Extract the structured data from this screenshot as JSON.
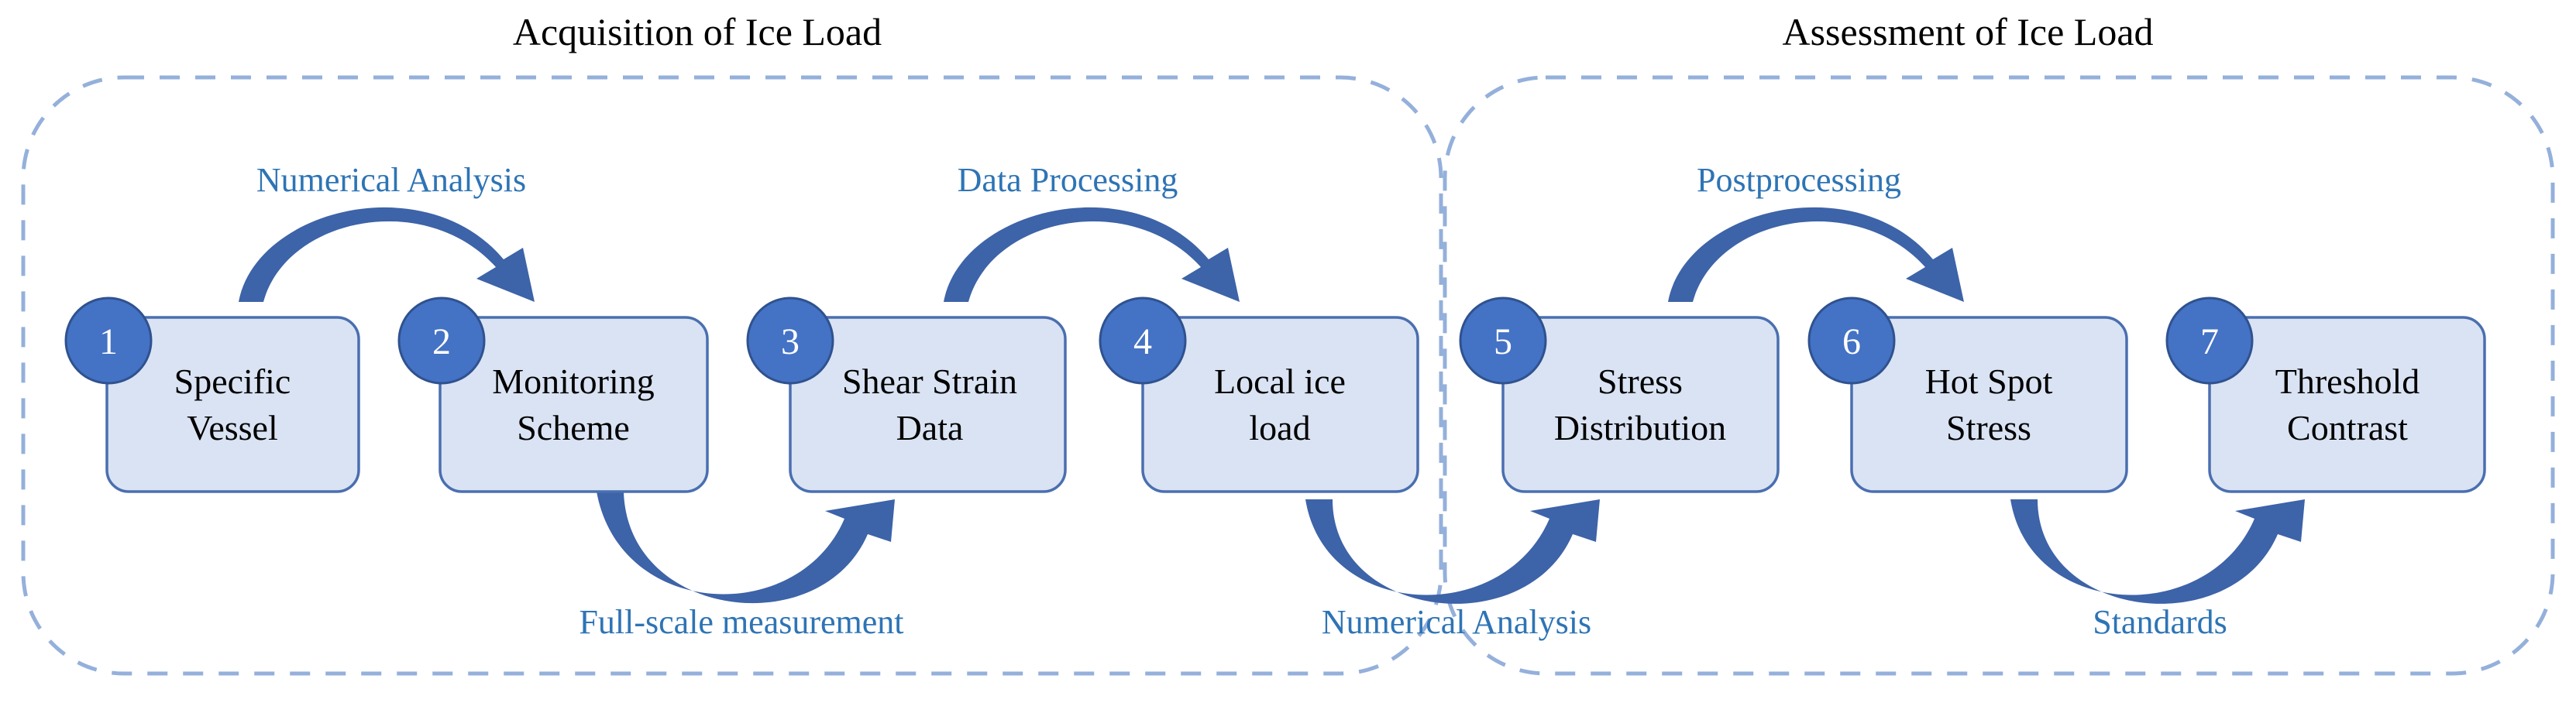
{
  "colors": {
    "box_fill": "#dae3f3",
    "box_stroke": "#4a6fb0",
    "badge_fill": "#4472c4",
    "badge_stroke": "#2f528f",
    "arrow_fill": "#3d63a8",
    "label_color": "#2e74b5",
    "group_border": "#94b0db"
  },
  "groups": [
    {
      "title": "Acquisition of Ice Load"
    },
    {
      "title": "Assessment of Ice Load"
    }
  ],
  "steps": [
    {
      "number": "1",
      "line1": "Specific",
      "line2": "Vessel"
    },
    {
      "number": "2",
      "line1": "Monitoring",
      "line2": "Scheme"
    },
    {
      "number": "3",
      "line1": "Shear Strain",
      "line2": "Data"
    },
    {
      "number": "4",
      "line1": "Local ice",
      "line2": "load"
    },
    {
      "number": "5",
      "line1": "Stress",
      "line2": "Distribution"
    },
    {
      "number": "6",
      "line1": "Hot Spot",
      "line2": "Stress"
    },
    {
      "number": "7",
      "line1": "Threshold",
      "line2": "Contrast"
    }
  ],
  "transitions": [
    {
      "from": "1",
      "to": "2",
      "label": "Numerical Analysis",
      "position": "top"
    },
    {
      "from": "2",
      "to": "3",
      "label": "Full-scale measurement",
      "position": "bottom"
    },
    {
      "from": "3",
      "to": "4",
      "label": "Data Processing",
      "position": "top"
    },
    {
      "from": "4",
      "to": "5",
      "label": "Numerical Analysis",
      "position": "bottom"
    },
    {
      "from": "5",
      "to": "6",
      "label": "Postprocessing",
      "position": "top"
    },
    {
      "from": "6",
      "to": "7",
      "label": "Standards",
      "position": "bottom"
    }
  ]
}
